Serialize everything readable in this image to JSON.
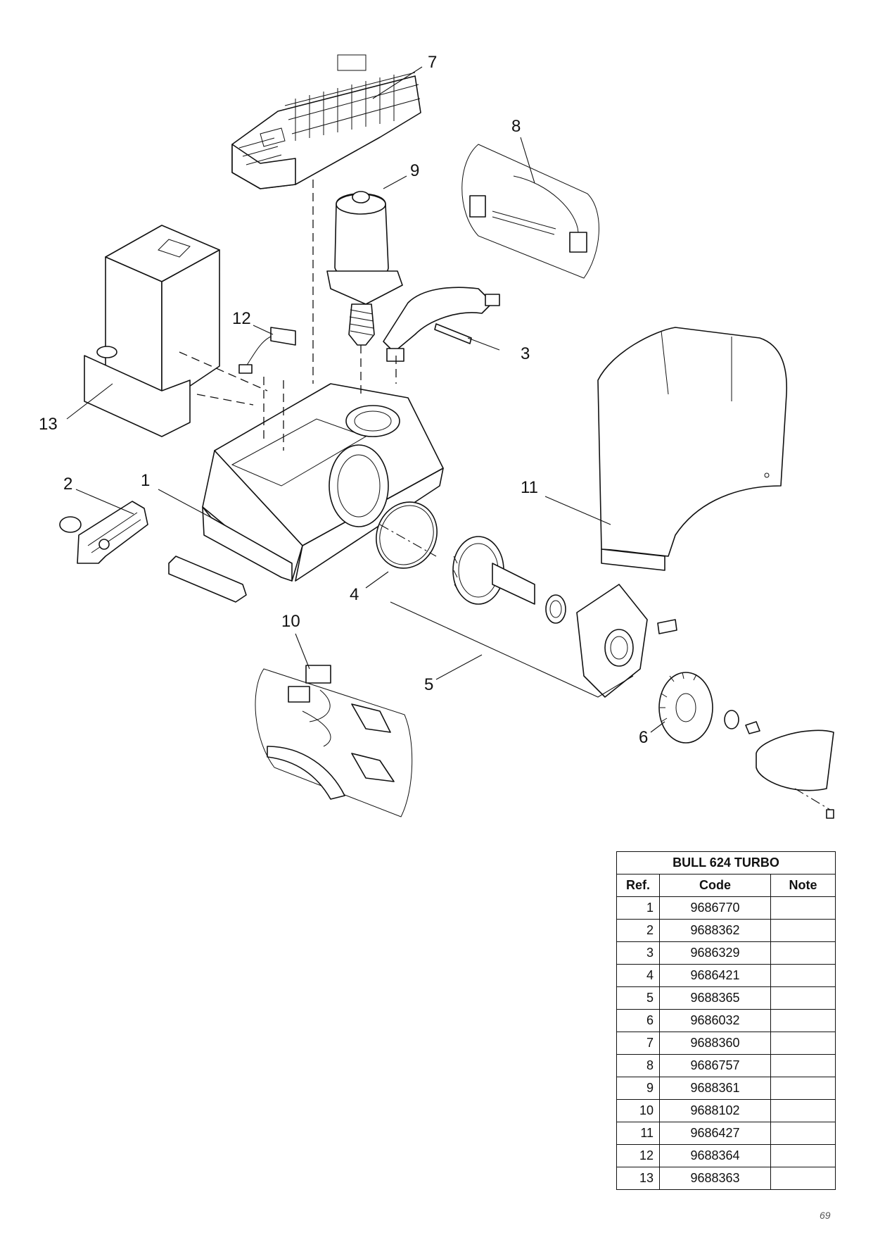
{
  "labels": [
    "1",
    "2",
    "3",
    "4",
    "5",
    "6",
    "7",
    "8",
    "9",
    "10",
    "11",
    "12",
    "13"
  ],
  "table": {
    "title": "BULL 624 TURBO",
    "headers": [
      "Ref.",
      "Code",
      "Note"
    ],
    "rows": [
      {
        "ref": "1",
        "code": "9686770",
        "note": ""
      },
      {
        "ref": "2",
        "code": "9688362",
        "note": ""
      },
      {
        "ref": "3",
        "code": "9686329",
        "note": ""
      },
      {
        "ref": "4",
        "code": "9686421",
        "note": ""
      },
      {
        "ref": "5",
        "code": "9688365",
        "note": ""
      },
      {
        "ref": "6",
        "code": "9686032",
        "note": ""
      },
      {
        "ref": "7",
        "code": "9688360",
        "note": ""
      },
      {
        "ref": "8",
        "code": "9686757",
        "note": ""
      },
      {
        "ref": "9",
        "code": "9688361",
        "note": ""
      },
      {
        "ref": "10",
        "code": "9688102",
        "note": ""
      },
      {
        "ref": "11",
        "code": "9686427",
        "note": ""
      },
      {
        "ref": "12",
        "code": "9688364",
        "note": ""
      },
      {
        "ref": "13",
        "code": "9688363",
        "note": ""
      }
    ]
  },
  "page_number": "69"
}
